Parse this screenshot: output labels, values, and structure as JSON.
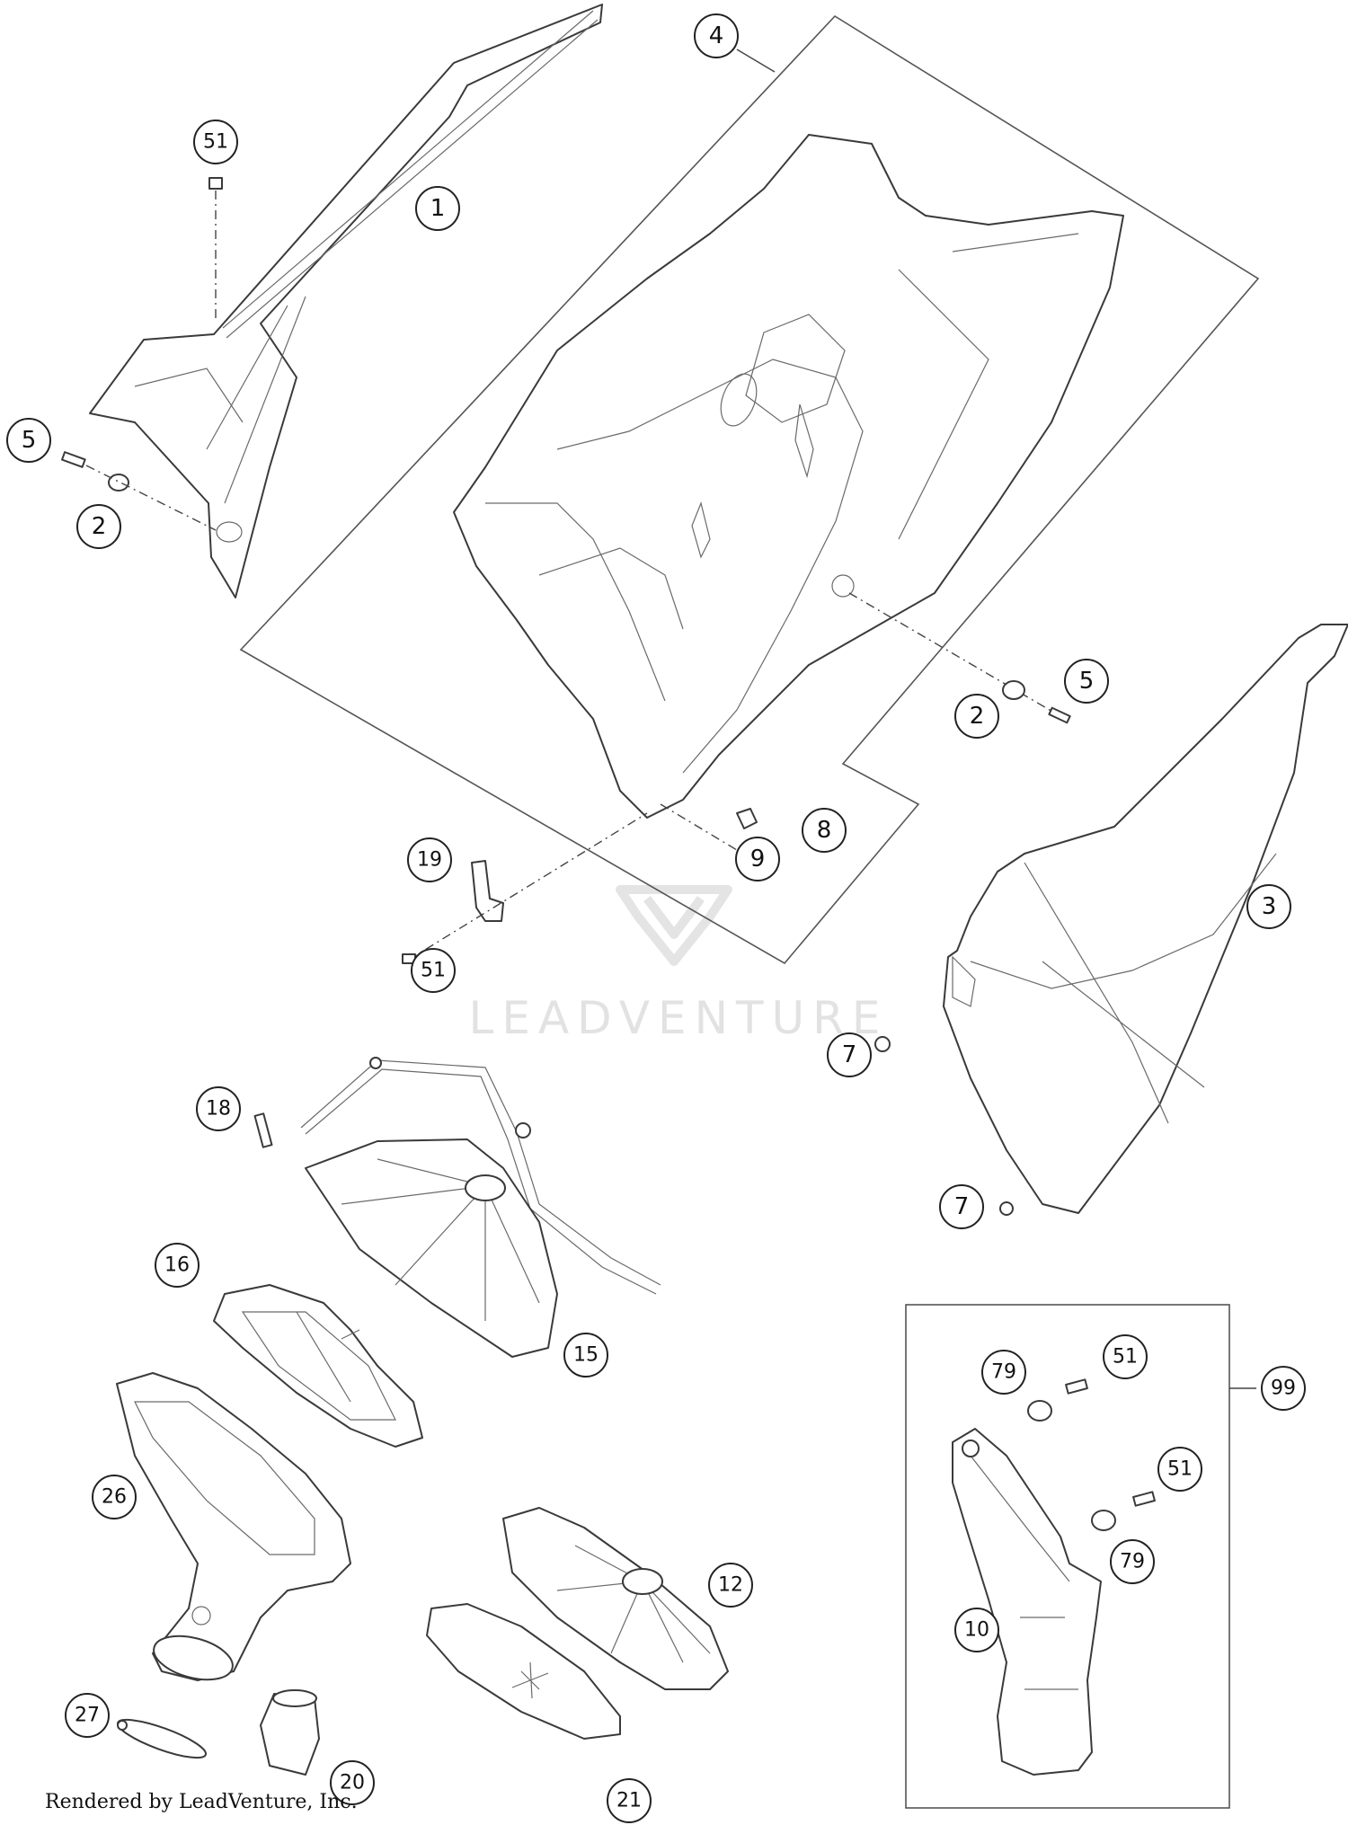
{
  "watermark": "LEADVENTURE",
  "footer": "Rendered by LeadVenture, Inc.",
  "callouts": [
    {
      "id": "c-1",
      "label": "1"
    },
    {
      "id": "c-2a",
      "label": "2"
    },
    {
      "id": "c-2b",
      "label": "2"
    },
    {
      "id": "c-3",
      "label": "3"
    },
    {
      "id": "c-4",
      "label": "4"
    },
    {
      "id": "c-5a",
      "label": "5"
    },
    {
      "id": "c-5b",
      "label": "5"
    },
    {
      "id": "c-7a",
      "label": "7"
    },
    {
      "id": "c-7b",
      "label": "7"
    },
    {
      "id": "c-8",
      "label": "8"
    },
    {
      "id": "c-9",
      "label": "9"
    },
    {
      "id": "c-10",
      "label": "10"
    },
    {
      "id": "c-12",
      "label": "12"
    },
    {
      "id": "c-15",
      "label": "15"
    },
    {
      "id": "c-16",
      "label": "16"
    },
    {
      "id": "c-18",
      "label": "18"
    },
    {
      "id": "c-19",
      "label": "19"
    },
    {
      "id": "c-20",
      "label": "20"
    },
    {
      "id": "c-21",
      "label": "21"
    },
    {
      "id": "c-26",
      "label": "26"
    },
    {
      "id": "c-27",
      "label": "27"
    },
    {
      "id": "c-51a",
      "label": "51"
    },
    {
      "id": "c-51b",
      "label": "51"
    },
    {
      "id": "c-51c",
      "label": "51"
    },
    {
      "id": "c-51d",
      "label": "51"
    },
    {
      "id": "c-79a",
      "label": "79"
    },
    {
      "id": "c-79b",
      "label": "79"
    },
    {
      "id": "c-99",
      "label": "99"
    }
  ]
}
